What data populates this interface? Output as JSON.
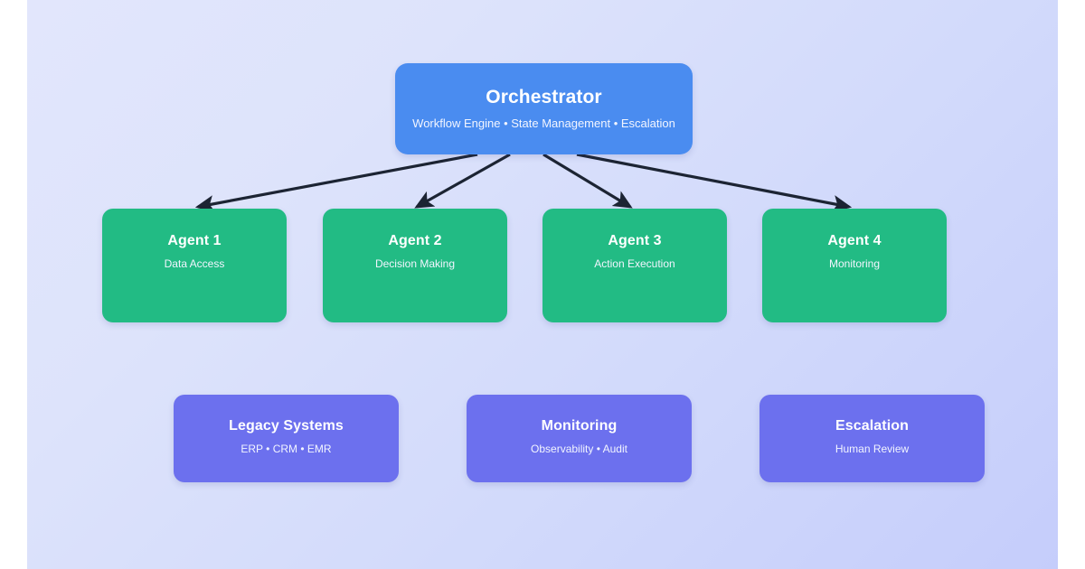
{
  "diagram": {
    "type": "hierarchy-flow",
    "background": {
      "panel_gradient_start": "#e2e6fc",
      "panel_gradient_end": "#c5cdfb",
      "page_background": "#ffffff"
    },
    "colors": {
      "orchestrator": "#4a8cf0",
      "agent": "#22bb84",
      "support": "#6c70ee",
      "connector": "#1c2433",
      "node_text": "#ffffff"
    },
    "orchestrator": {
      "title": "Orchestrator",
      "subtitle": "Workflow Engine • State Management • Escalation"
    },
    "agents": [
      {
        "title": "Agent 1",
        "subtitle": "Data Access"
      },
      {
        "title": "Agent 2",
        "subtitle": "Decision Making"
      },
      {
        "title": "Agent 3",
        "subtitle": "Action Execution"
      },
      {
        "title": "Agent 4",
        "subtitle": "Monitoring"
      }
    ],
    "support": [
      {
        "title": "Legacy Systems",
        "subtitle": "ERP • CRM • EMR"
      },
      {
        "title": "Monitoring",
        "subtitle": "Observability • Audit"
      },
      {
        "title": "Escalation",
        "subtitle": "Human Review"
      }
    ],
    "connectors": [
      {
        "from": "Orchestrator",
        "to": "Agent 1",
        "style": "arrow"
      },
      {
        "from": "Orchestrator",
        "to": "Agent 2",
        "style": "arrow"
      },
      {
        "from": "Orchestrator",
        "to": "Agent 3",
        "style": "arrow"
      },
      {
        "from": "Orchestrator",
        "to": "Agent 4",
        "style": "arrow"
      }
    ]
  }
}
